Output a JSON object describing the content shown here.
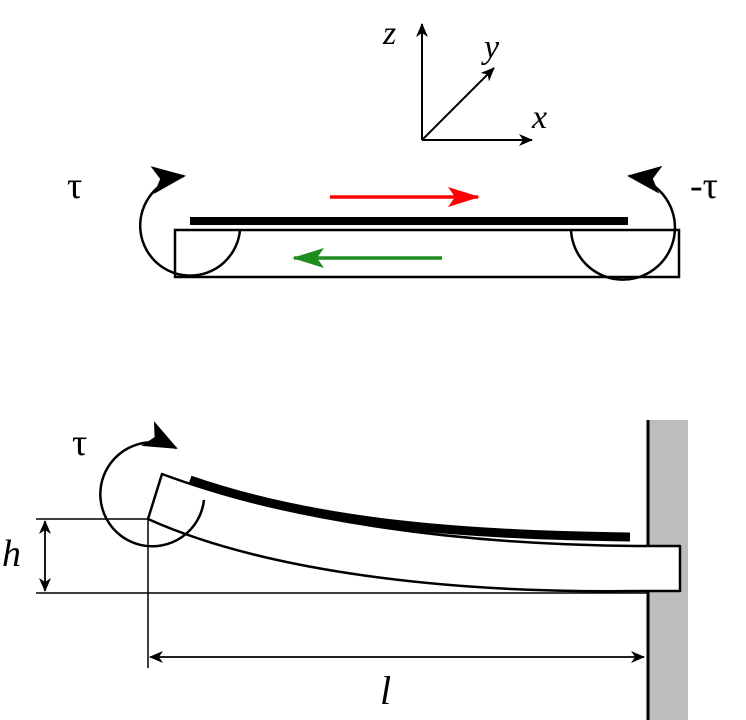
{
  "axes": {
    "z": "z",
    "y": "y",
    "x": "x"
  },
  "top_view": {
    "left_torque": "τ",
    "right_torque": "-τ"
  },
  "bottom_view": {
    "torque": "τ",
    "height": "h",
    "length": "l"
  },
  "colors": {
    "tension_arrow": "#ff0000",
    "compression_arrow": "#1e8c1e",
    "wall": "#bdbdbd",
    "ink": "#000000"
  },
  "icons": [
    "coordinate-axes",
    "curved-torque-arrow",
    "straight-force-arrow",
    "dimension-arrow",
    "fixed-wall"
  ]
}
